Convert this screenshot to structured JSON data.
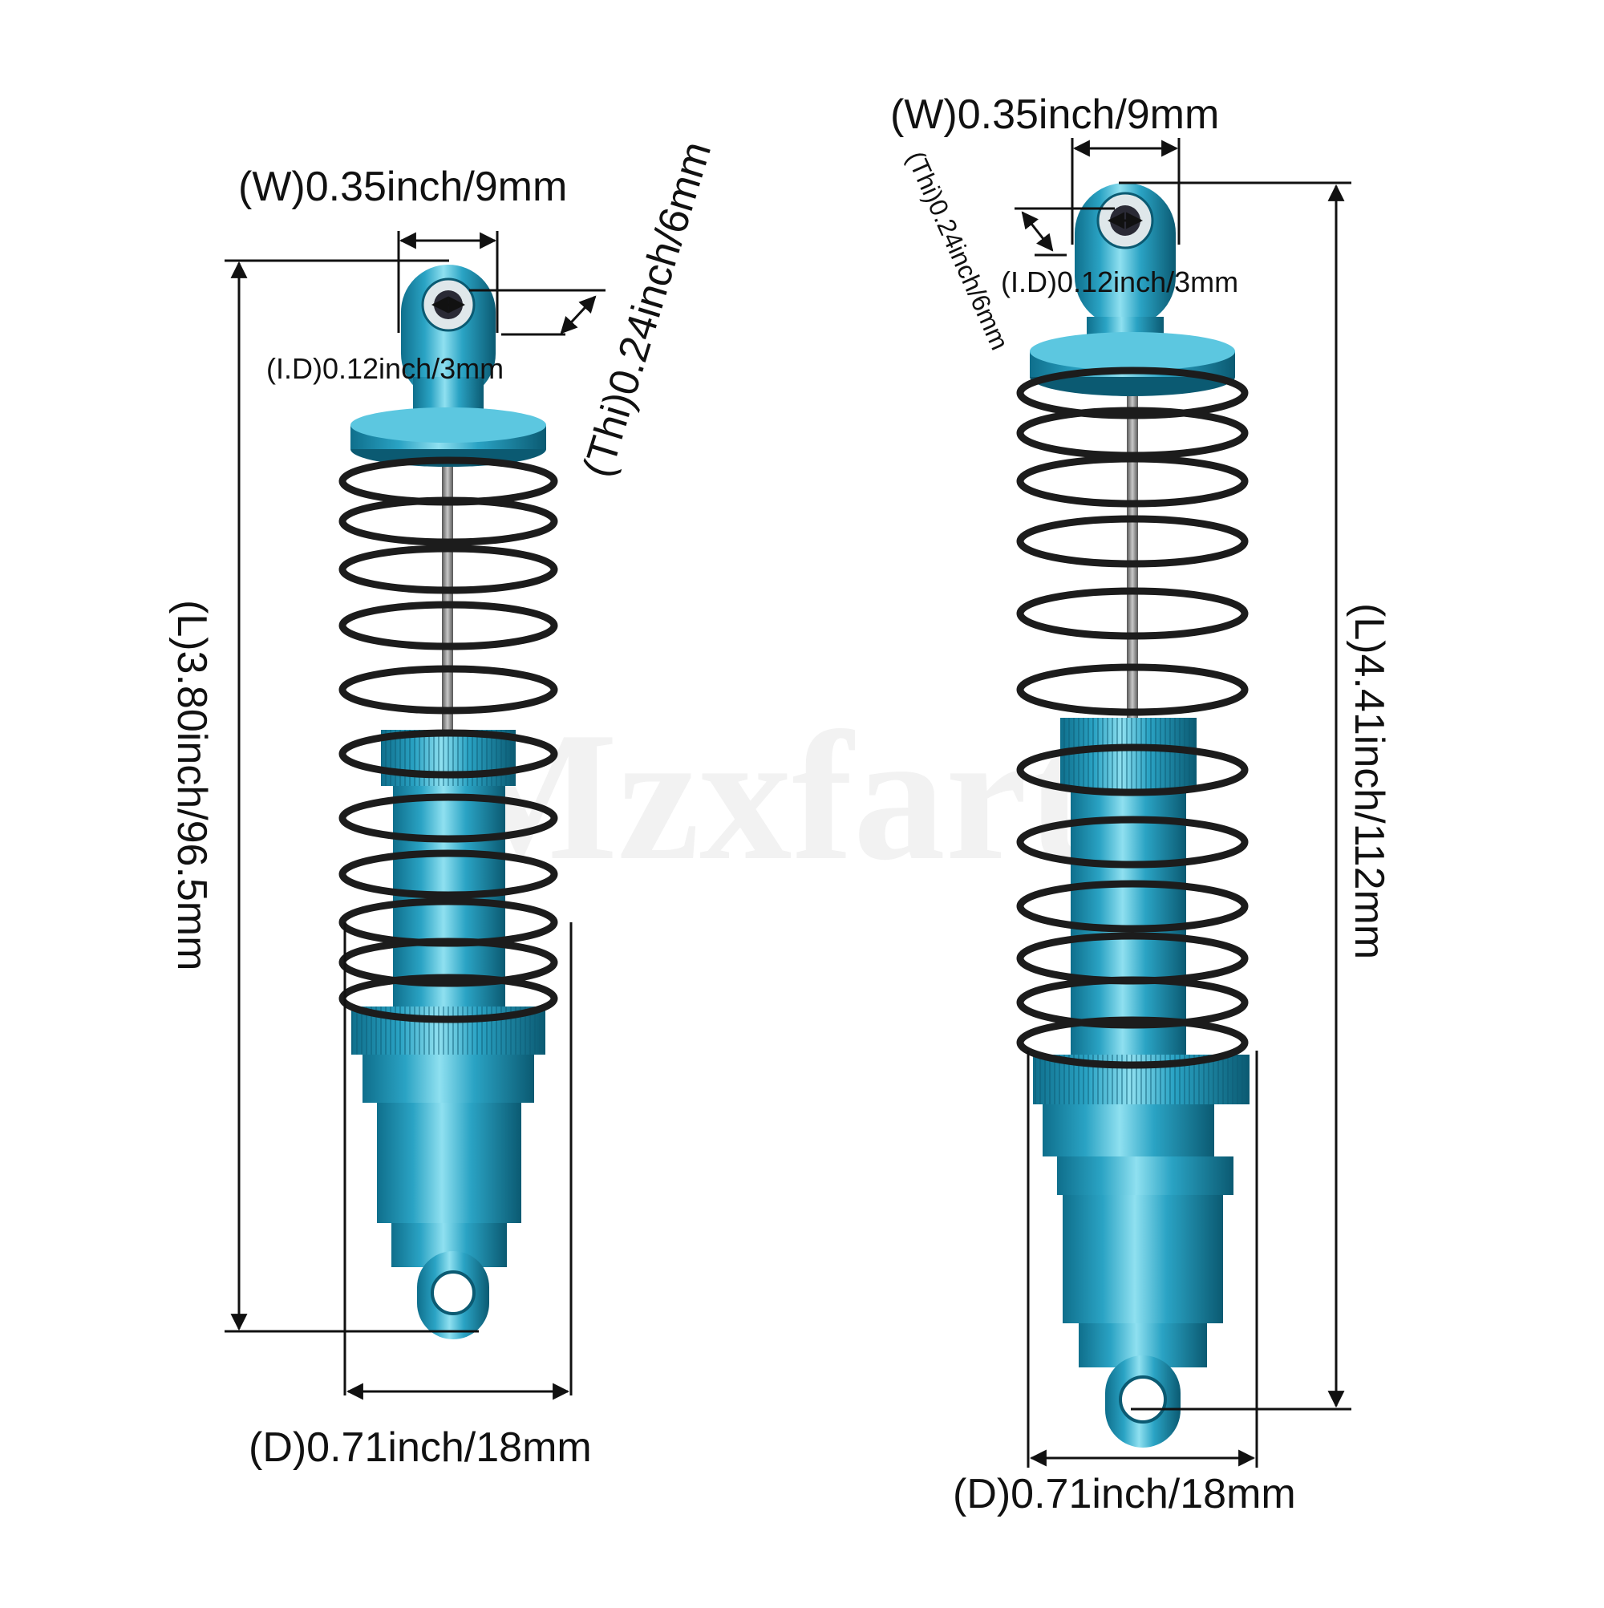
{
  "watermark": "Mzxfarts",
  "shocks": [
    {
      "id": "left",
      "width_label": "(W)0.35inch/9mm",
      "thickness_label": "(Thi)0.24inch/6mm",
      "inner_diameter_label": "(I.D)0.12inch/3mm",
      "length_label": "(L)3.80inch/96.5mm",
      "diameter_label": "(D)0.71inch/18mm"
    },
    {
      "id": "right",
      "width_label": "(W)0.35inch/9mm",
      "thickness_label": "(Thi)0.24inch/6mm",
      "inner_diameter_label": "(I.D)0.12inch/3mm",
      "length_label": "(L)4.41inch/112mm",
      "diameter_label": "(D)0.71inch/18mm"
    }
  ],
  "colors": {
    "body": "#2aa3c4",
    "body_dark": "#0f6f8c",
    "body_light": "#8fe0f0",
    "spring": "#1c1c1c",
    "rod": "#8a8a8a",
    "dimension": "#111111"
  }
}
